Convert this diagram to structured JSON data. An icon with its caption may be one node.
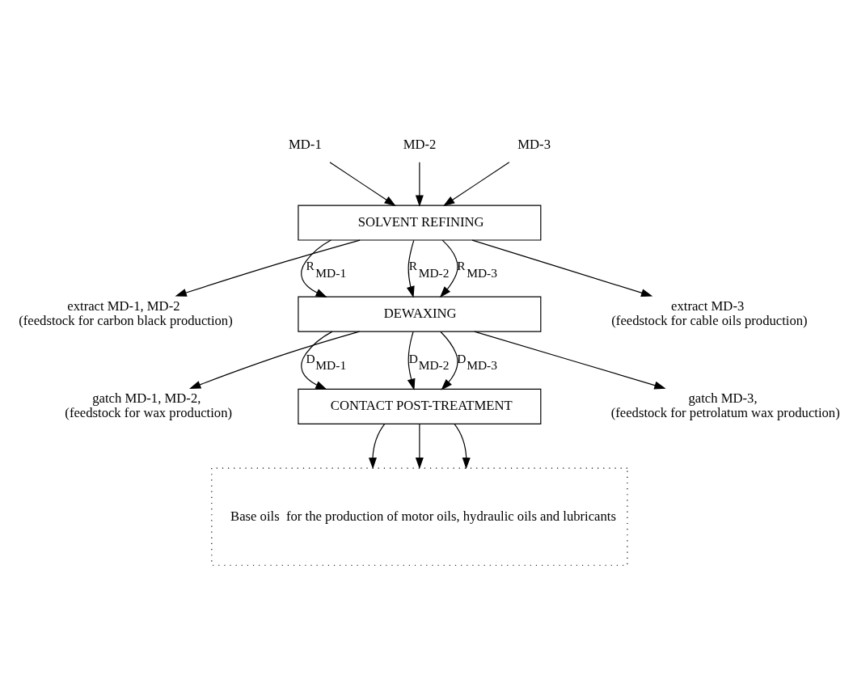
{
  "diagram": {
    "nodes": [
      {
        "text": [
          "MD-1"
        ]
      },
      {
        "text": [
          "MD-2"
        ]
      },
      {
        "text": [
          "MD-3"
        ]
      },
      {
        "text": [
          "SOLVENT REFINING"
        ]
      },
      {
        "text": [
          "extract MD-1, MD-2",
          "(feedstock for carbon black production)"
        ]
      },
      {
        "text": [
          "extract MD-3",
          "(feedstock for cable oils production)"
        ]
      },
      {
        "text": [
          "DEWAXING"
        ]
      },
      {
        "text": [
          "gatch MD-1, MD-2,",
          "(feedstock for wax production)"
        ]
      },
      {
        "text": [
          "gatch MD-3,",
          "(feedstock for petrolatum wax production)"
        ]
      },
      {
        "text": [
          "CONTACT POST-TREATMENT"
        ]
      },
      {
        "text": [
          "Base oils  for the production of motor oils, hydraulic oils and lubricants"
        ]
      }
    ],
    "edges": [
      {
        "from": 0,
        "to": 3,
        "arrow": "to"
      },
      {
        "from": 1,
        "to": 3,
        "arrow": "to"
      },
      {
        "from": 2,
        "to": 3,
        "arrow": "to"
      },
      {
        "from": 3,
        "to": 4,
        "arrow": "to"
      },
      {
        "from": 3,
        "to": 6,
        "arrow": "to",
        "label": "R$_{MD-1}$"
      },
      {
        "from": 3,
        "to": 6,
        "arrow": "to",
        "label": "R$_{MD-2}$"
      },
      {
        "from": 3,
        "to": 6,
        "arrow": "to",
        "label": "R$_{MD-3}$"
      },
      {
        "from": 3,
        "to": 5,
        "arrow": "to"
      },
      {
        "from": 6,
        "to": 7,
        "arrow": "to"
      },
      {
        "from": 6,
        "to": 9,
        "arrow": "to",
        "label": "D$_{MD-1}$"
      },
      {
        "from": 6,
        "to": 9,
        "arrow": "to",
        "label": "D$_{MD-2}$"
      },
      {
        "from": 6,
        "to": 9,
        "arrow": "to",
        "label": "D$_{MD-3}$"
      },
      {
        "from": 6,
        "to": 8,
        "arrow": "to"
      },
      {
        "from": 9,
        "to": 10,
        "arrow": "to"
      },
      {
        "from": 9,
        "to": 10,
        "arrow": "to"
      },
      {
        "from": 9,
        "to": 10,
        "arrow": "to"
      }
    ]
  }
}
